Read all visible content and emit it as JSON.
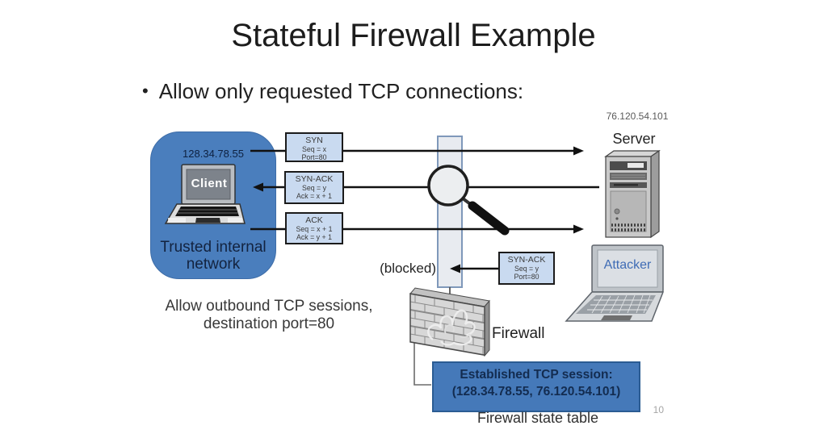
{
  "slide": {
    "title": "Stateful Firewall Example",
    "bullet_marker": "•",
    "bullet": "Allow only requested TCP connections:",
    "page_number": "10"
  },
  "client": {
    "ip": "128.34.78.55",
    "device_label": "Client",
    "zone_line1": "Trusted internal",
    "zone_line2": "network"
  },
  "server": {
    "ip": "76.120.54.101",
    "label": "Server"
  },
  "attacker": {
    "label": "Attacker"
  },
  "packets": {
    "syn": {
      "l1": "SYN",
      "l2": "Seq = x",
      "l3": "Port=80"
    },
    "synack": {
      "l1": "SYN-ACK",
      "l2": "Seq = y",
      "l3": "Ack = x + 1"
    },
    "ack": {
      "l1": "ACK",
      "l2": "Seq = x + 1",
      "l3": "Ack = y + 1"
    },
    "attacker_synack": {
      "l1": "SYN-ACK",
      "l2": "Seq = y",
      "l3": "Port=80"
    }
  },
  "annotations": {
    "blocked": "(blocked)",
    "rule_line1": "Allow outbound TCP sessions,",
    "rule_line2": "destination port=80",
    "firewall_label": "Firewall",
    "state_table_caption": "Firewall state table"
  },
  "state_table": {
    "line1": "Established TCP session:",
    "line2": "(128.34.78.55, 76.120.54.101)"
  },
  "colors": {
    "accent_blue": "#4a7ebd",
    "state_box_fill": "#4579b9",
    "packet_fill": "#c9daf0",
    "firewall_bar_fill": "#e8ebf0",
    "firewall_bar_border": "#7f98ba",
    "attacker_text": "#3f6cb5"
  }
}
